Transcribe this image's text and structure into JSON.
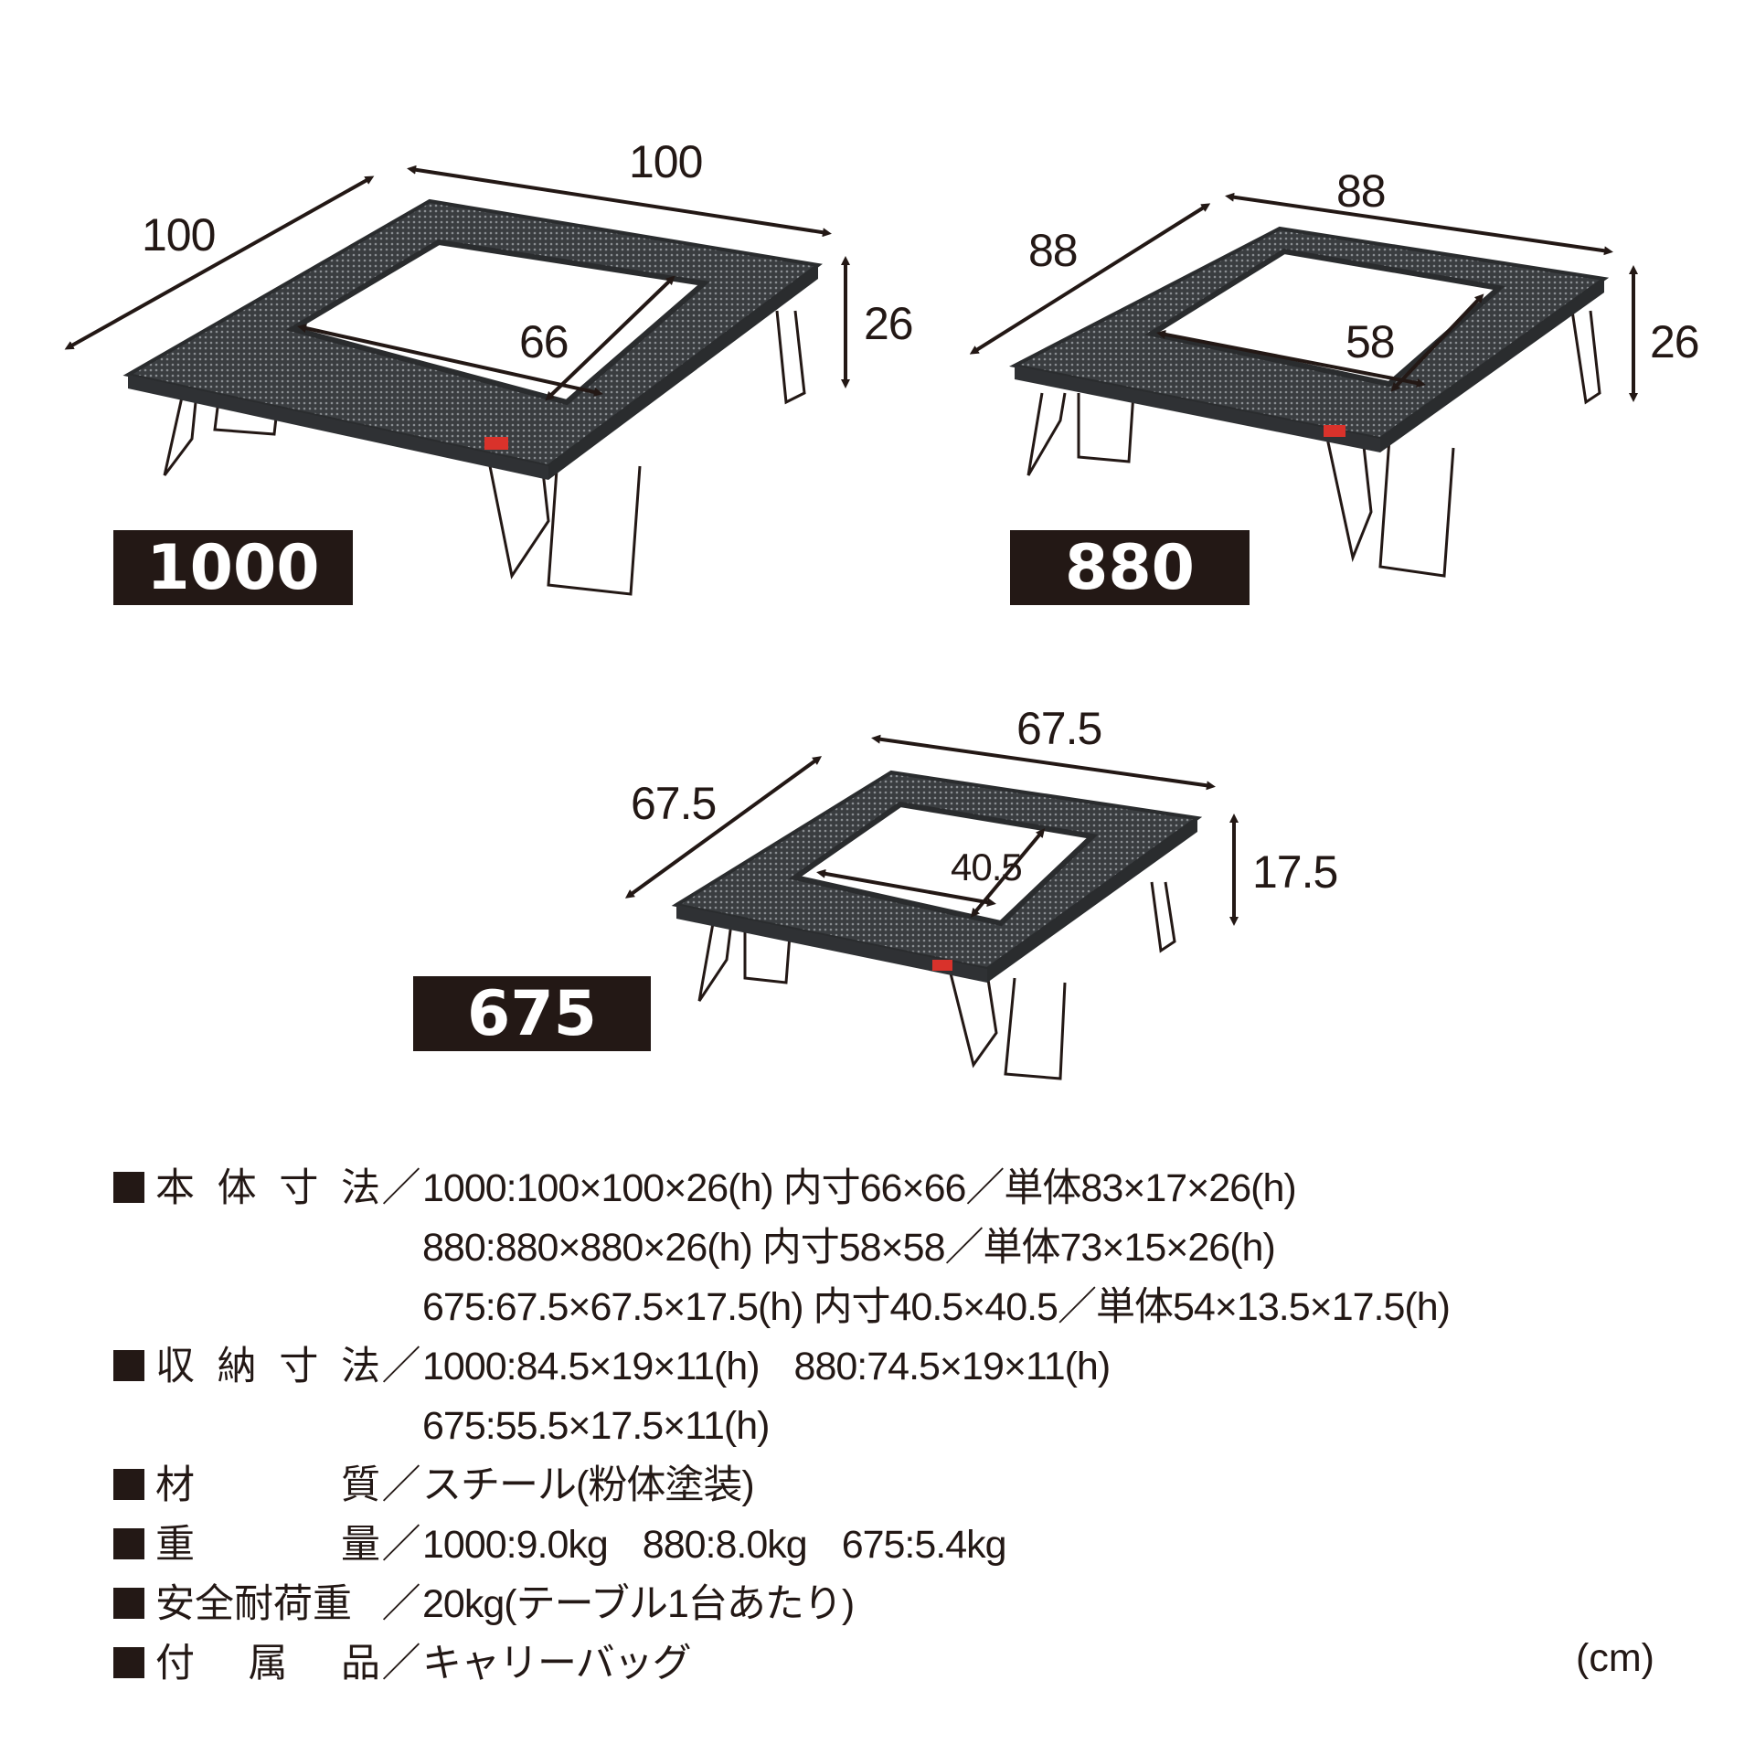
{
  "products": [
    {
      "model": "1000",
      "dims": {
        "depth": "100",
        "width": "100",
        "height": "26",
        "inner": "66"
      }
    },
    {
      "model": "880",
      "dims": {
        "depth": "88",
        "width": "88",
        "height": "26",
        "inner": "58"
      }
    },
    {
      "model": "675",
      "dims": {
        "depth": "67.5",
        "width": "67.5",
        "height": "17.5",
        "inner": "40.5"
      }
    }
  ],
  "specs": {
    "body_size": {
      "label": [
        "本",
        "体",
        "寸",
        "法"
      ],
      "separator": "／",
      "lines": [
        "1000:100×100×26(h) 内寸66×66／単体83×17×26(h)",
        "880:880×880×26(h) 内寸58×58／単体73×15×26(h)",
        "675:67.5×67.5×17.5(h) 内寸40.5×40.5／単体54×13.5×17.5(h)"
      ]
    },
    "storage_size": {
      "label": [
        "収",
        "納",
        "寸",
        "法"
      ],
      "separator": "／",
      "line1_a": "1000:84.5×19×11(h)",
      "line1_b": "880:74.5×19×11(h)",
      "line2": "675:55.5×17.5×11(h)"
    },
    "material": {
      "label": [
        "材",
        "質"
      ],
      "separator": "／",
      "value": "スチール(粉体塗装)"
    },
    "weight": {
      "label": [
        "重",
        "量"
      ],
      "separator": "／",
      "values": [
        "1000:9.0kg",
        "880:8.0kg",
        "675:5.4kg"
      ]
    },
    "load": {
      "label": [
        "安全耐荷重"
      ],
      "separator": "／",
      "value": "20kg(テーブル1台あたり)"
    },
    "accessories": {
      "label": [
        "付",
        "属",
        "品"
      ],
      "separator": "／",
      "value": "キャリーバッグ"
    }
  },
  "unit_note": "(cm)",
  "colors": {
    "ink": "#231815",
    "table": "#3a3d40",
    "mesh": "#5a5e62",
    "badge": "#d9322b"
  }
}
